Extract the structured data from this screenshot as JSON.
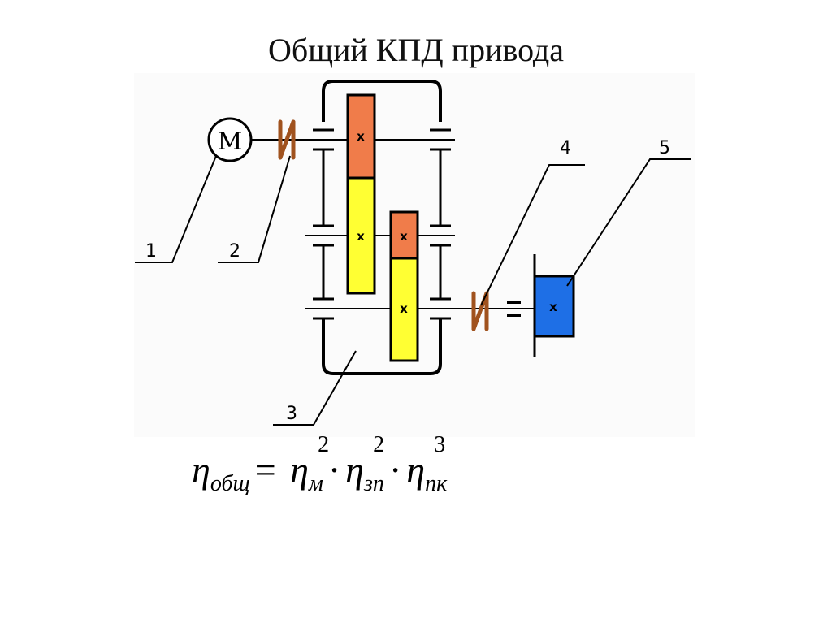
{
  "title": "Общий КПД привода",
  "diagram": {
    "motor_letter": "M",
    "gear_mark": "x",
    "labels": [
      "1",
      "2",
      "3",
      "4",
      "5"
    ],
    "colors": {
      "gear_orange": "#F07C4A",
      "gear_yellow": "#FFFF33",
      "coupling": "#A0521E",
      "drum": "#1E6FE6"
    }
  },
  "formula": {
    "symbol": "η",
    "lhs_sub": "общ",
    "equals": "=",
    "dot": "·",
    "terms": [
      {
        "sub": "м",
        "sup": "2"
      },
      {
        "sub": "зп",
        "sup": "2"
      },
      {
        "sub": "пк",
        "sup": "3"
      }
    ]
  }
}
